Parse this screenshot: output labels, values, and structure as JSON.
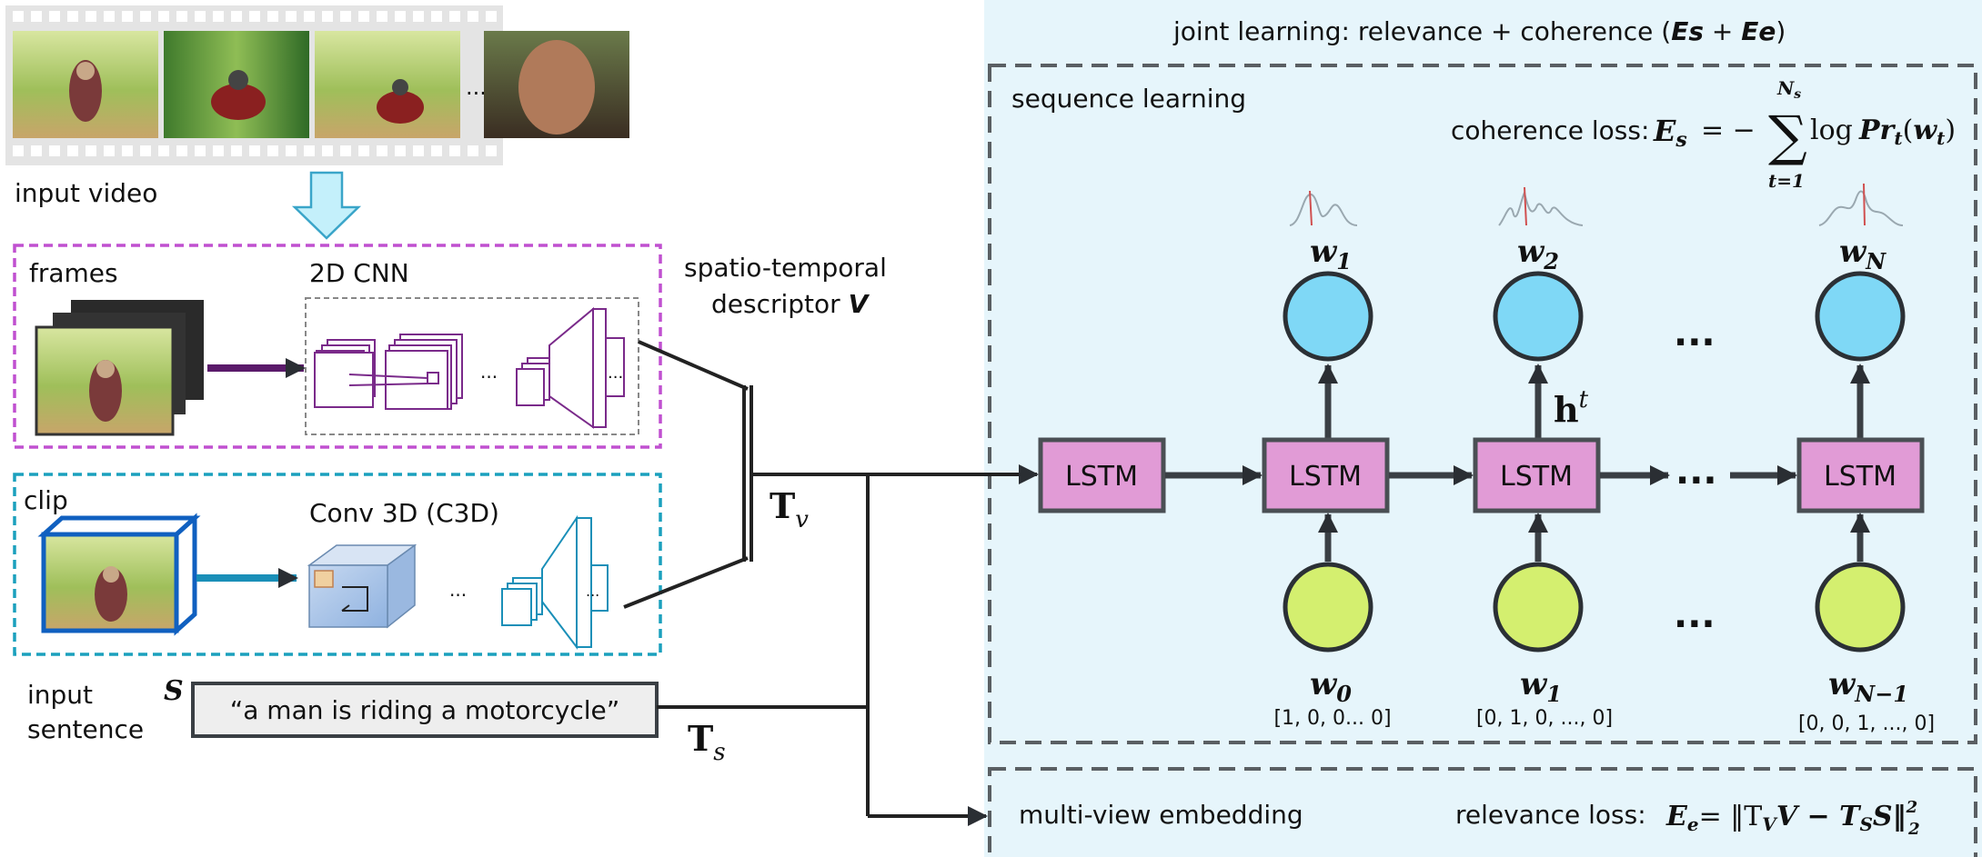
{
  "input_video": {
    "label": "input video",
    "ellipsis": "..."
  },
  "frames_panel": {
    "label": "frames",
    "cnn_label": "2D CNN",
    "ellipsis": "..."
  },
  "clip_panel": {
    "label": "clip",
    "c3d_label": "Conv 3D (C3D)",
    "ellipsis": "..."
  },
  "descriptor": {
    "line1": "spatio-temporal",
    "line2": "descriptor",
    "var": "V"
  },
  "tv": {
    "main": "T",
    "sub": "v"
  },
  "ts": {
    "main": "T",
    "sub": "s"
  },
  "sentence": {
    "label_line1": "input",
    "label_line2": "sentence",
    "var": "S",
    "text": "“a man is riding a motorcycle”"
  },
  "joint": {
    "title_prefix": "joint learning: relevance + coherence (",
    "es": "Es",
    "plus": " + ",
    "ee": "Ee",
    "title_suffix": ")"
  },
  "sequence": {
    "label": "sequence learning",
    "coherence_label": "coherence loss:",
    "sum_upper": "N",
    "sum_upper_sub": "s",
    "sum_lower": "t=1",
    "log": "log",
    "pr": "Pr",
    "pr_sub": "t",
    "paren_open": "(",
    "w": "w",
    "w_sub": "t",
    "paren_close": ")",
    "es_main": "E",
    "es_sub": "s",
    "eq": "= −"
  },
  "lstm": {
    "label": "LSTM"
  },
  "hidden": {
    "main": "h",
    "sup": "t"
  },
  "outputs": [
    {
      "main": "w",
      "sub": "1"
    },
    {
      "main": "w",
      "sub": "2"
    },
    {
      "main": "w",
      "sub": "N"
    }
  ],
  "inputs": [
    {
      "main": "w",
      "sub": "0",
      "vector": "[1, 0, 0... 0]"
    },
    {
      "main": "w",
      "sub": "1",
      "vector": "[0, 1, 0, ..., 0]"
    },
    {
      "main": "w",
      "sub": "N−1",
      "vector": "[0, 0, 1, ..., 0]"
    }
  ],
  "dots": "...",
  "embedding": {
    "label": "multi-view embedding",
    "relevance_label": "relevance loss:",
    "ee_main": "E",
    "ee_sub": "e",
    "formula": "= ‖T",
    "tv_sub": "V",
    "v": "V − T",
    "ts_sub": "S",
    "s": "S‖",
    "sup": "2",
    "sub": "2"
  },
  "colors": {
    "panel_bg": "#e6f5fb",
    "lstm_fill": "#e19bd6",
    "blue_node": "#7fd8f6",
    "green_node": "#d4ef6f",
    "frames_border": "#c050d0",
    "clip_border": "#1ba0bd",
    "arrow_down": "#c4f0fb"
  }
}
